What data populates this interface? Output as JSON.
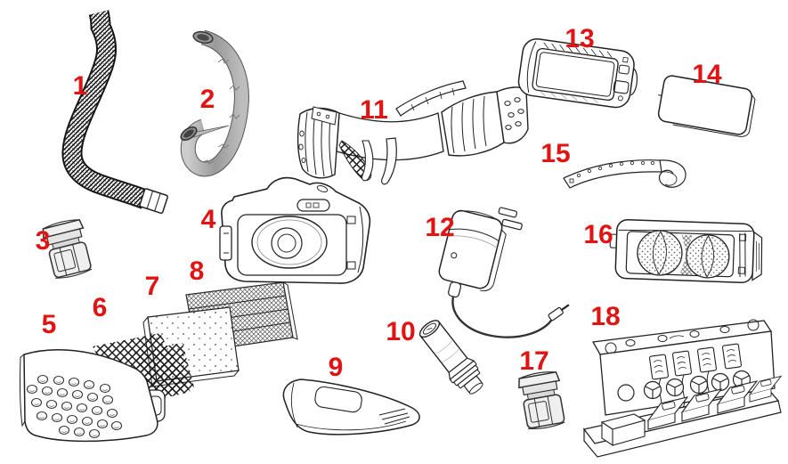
{
  "diagram": {
    "background_color": "#ffffff",
    "line_color": "#222222",
    "label_color": "#e01412",
    "parts": [
      {
        "label": "1",
        "icon": "fabric-breathing-tube-icon"
      },
      {
        "label": "2",
        "icon": "rubber-breathing-tube-icon"
      },
      {
        "label": "3",
        "icon": "tube-coupling-icon"
      },
      {
        "label": "4",
        "icon": "blower-unit-icon"
      },
      {
        "label": "5",
        "icon": "perforated-filter-cover-icon"
      },
      {
        "label": "6",
        "icon": "mesh-pre-filter-icon"
      },
      {
        "label": "7",
        "icon": "filter-pad-icon"
      },
      {
        "label": "8",
        "icon": "particle-filter-icon"
      },
      {
        "label": "9",
        "icon": "battery-pack-icon"
      },
      {
        "label": "10",
        "icon": "filter-cartridge-icon"
      },
      {
        "label": "11",
        "icon": "head-harness-icon"
      },
      {
        "label": "12",
        "icon": "battery-charger-icon"
      },
      {
        "label": "13",
        "icon": "visor-frame-icon"
      },
      {
        "label": "14",
        "icon": "visor-lens-icon"
      },
      {
        "label": "15",
        "icon": "sweatband-strap-icon"
      },
      {
        "label": "16",
        "icon": "filter-unit-icon"
      },
      {
        "label": "17",
        "icon": "tube-coupling-icon"
      },
      {
        "label": "18",
        "icon": "multi-station-charger-rack-icon"
      }
    ]
  }
}
